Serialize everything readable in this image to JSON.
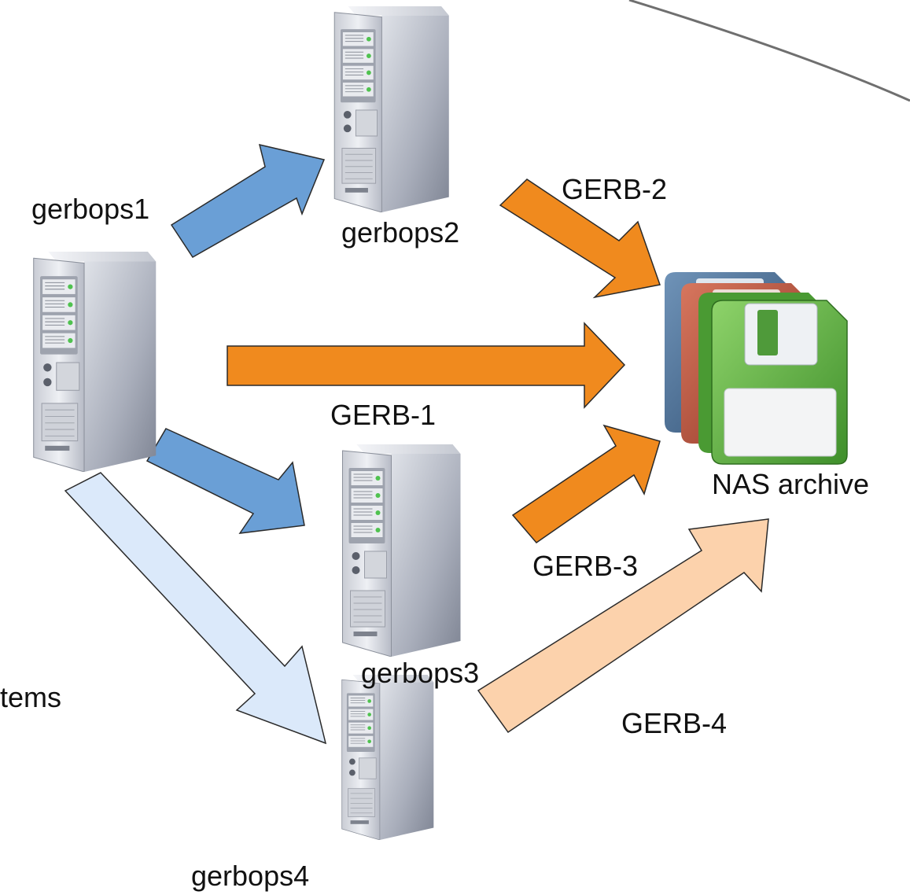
{
  "colors": {
    "blue": "#6a9fd6",
    "light_blue": "#dbe9fa",
    "orange": "#f08a1e",
    "peach": "#fcd2ac",
    "outline": "#2a2a2a",
    "server_dark": "#8a8f9c",
    "server_light": "#e4e6ec"
  },
  "labels": {
    "gerbops1": "gerbops1",
    "gerbops2": "gerbops2",
    "gerbops3": "gerbops3",
    "gerbops4": "gerbops4",
    "gerb1": "GERB-1",
    "gerb2": "GERB-2",
    "gerb3": "GERB-3",
    "gerb4": "GERB-4",
    "nas": "NAS archive",
    "partial": "tems"
  },
  "icons": {
    "server": "server-tower-icon",
    "archive": "floppy-disk-stack-icon"
  }
}
